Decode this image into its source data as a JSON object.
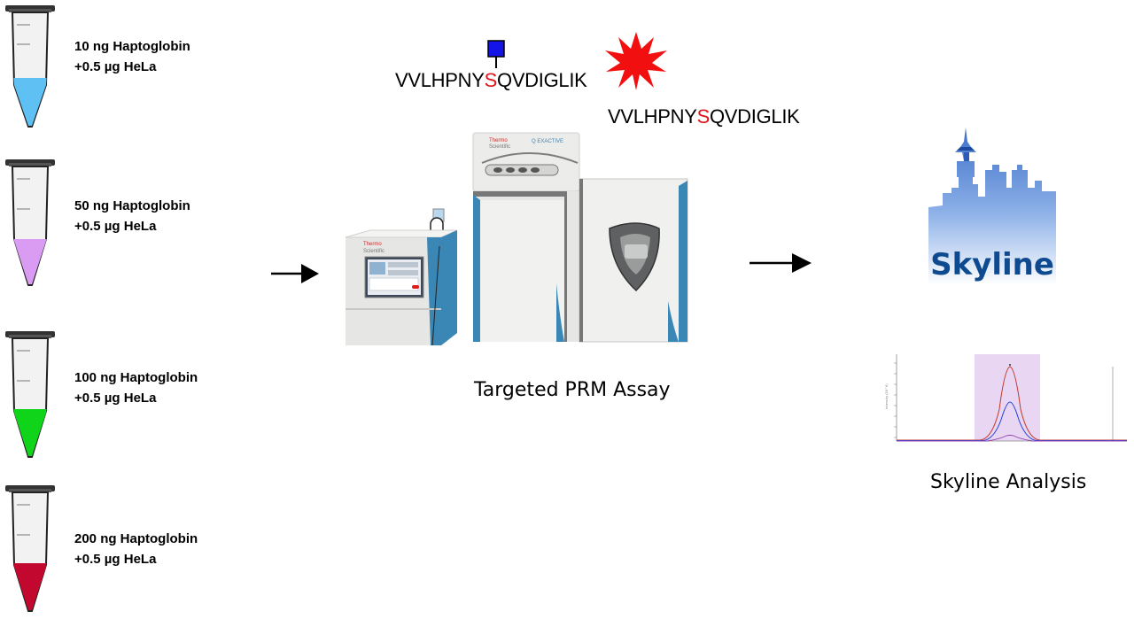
{
  "samples": [
    {
      "line1": "10 ng Haptoglobin",
      "line2": "+0.5 µg HeLa",
      "color": "#5ec0f3"
    },
    {
      "line1": "50 ng Haptoglobin",
      "line2": "+0.5 µg HeLa",
      "color": "#d99cf2"
    },
    {
      "line1": "100 ng Haptoglobin",
      "line2": "+0.5 µg HeLa",
      "color": "#10d41a"
    },
    {
      "line1": "200 ng Haptoglobin",
      "line2": "+0.5 µg HeLa",
      "color": "#c3082f"
    }
  ],
  "peptides": {
    "glyco": {
      "pre": "VVLHPNY",
      "site": "S",
      "post": "QVDIGLIK"
    },
    "deglyco": {
      "pre": "VVLHPNY",
      "site": "S",
      "post": "QVDIGLIK"
    }
  },
  "instrument": {
    "brand_line1": "Thermo",
    "brand_line2": "Scientific",
    "model": "Q EXACTIVE",
    "caption": "Targeted PRM Assay"
  },
  "skyline": {
    "logo_text": "Skyline",
    "caption": "Skyline Analysis"
  },
  "colors": {
    "glycan_square": "#1414e6",
    "starburst": "#f20f0f",
    "modified_site": "#e0141b",
    "instrument_blue": "#3a86b4"
  }
}
